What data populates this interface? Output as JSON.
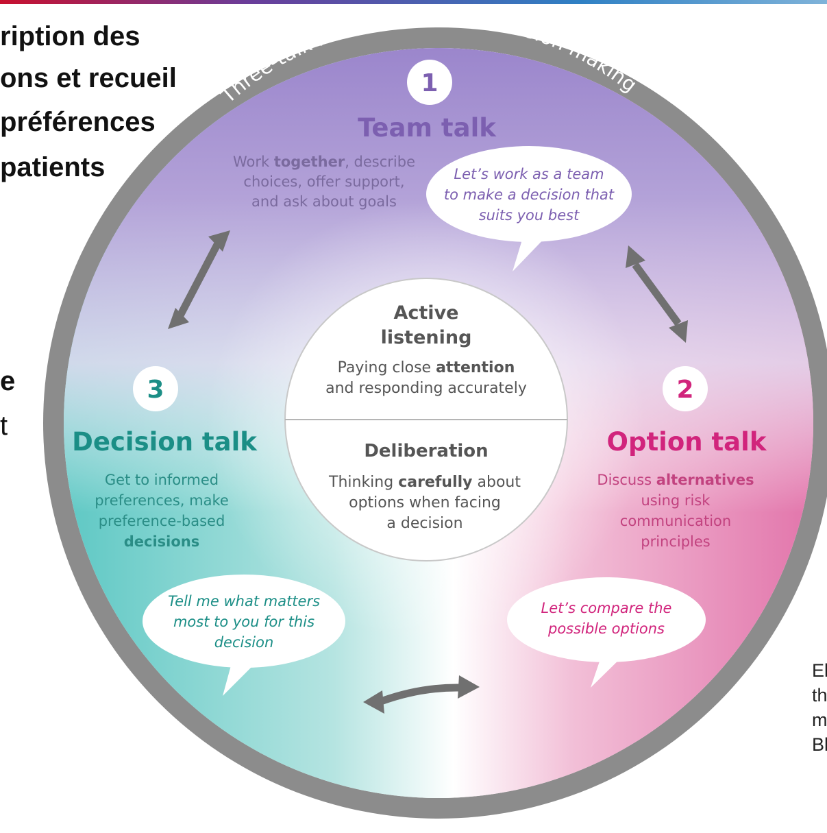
{
  "slide": {
    "heading_lines": [
      "ription des",
      "ons et recueil",
      "préférences",
      "patients"
    ],
    "side_fragments": [
      "e",
      "t"
    ],
    "citation_lines": [
      "El",
      "th",
      "m",
      "Bl"
    ]
  },
  "diagram": {
    "ring_title": "Three-talk model of shared decision making",
    "colors": {
      "ring": "#8c8c8c",
      "team": "#7c5fb0",
      "option": "#d1247c",
      "decision": "#1b8e86",
      "text_grey": "#555555"
    },
    "team_talk": {
      "number": "1",
      "title": "Team talk",
      "desc_lines": [
        [
          {
            "t": "Work "
          },
          {
            "t": "together",
            "b": true
          },
          {
            "t": ", describe"
          }
        ],
        [
          {
            "t": "choices, offer support,"
          }
        ],
        [
          {
            "t": "and ask about goals"
          }
        ]
      ],
      "speech_lines": [
        "Let’s work as a team",
        "to make a decision that",
        "suits you best"
      ]
    },
    "option_talk": {
      "number": "2",
      "title": "Option talk",
      "desc_lines": [
        [
          {
            "t": "Discuss "
          },
          {
            "t": "alternatives",
            "b": true
          }
        ],
        [
          {
            "t": "using risk"
          }
        ],
        [
          {
            "t": "communication"
          }
        ],
        [
          {
            "t": "principles"
          }
        ]
      ],
      "speech_lines": [
        "Let’s compare the",
        "possible options"
      ]
    },
    "decision_talk": {
      "number": "3",
      "title": "Decision talk",
      "desc_lines": [
        [
          {
            "t": "Get to informed"
          }
        ],
        [
          {
            "t": "preferences, make"
          }
        ],
        [
          {
            "t": "preference-based"
          }
        ],
        [
          {
            "t": "decisions",
            "b": true
          }
        ]
      ],
      "speech_lines": [
        "Tell me what matters",
        "most to you for this",
        "decision"
      ]
    },
    "center": {
      "active_title_lines": [
        "Active",
        "listening"
      ],
      "active_desc_lines": [
        [
          {
            "t": "Paying close "
          },
          {
            "t": "attention",
            "b": true
          }
        ],
        [
          {
            "t": "and responding accurately"
          }
        ]
      ],
      "delib_title": "Deliberation",
      "delib_desc_lines": [
        [
          {
            "t": "Thinking "
          },
          {
            "t": "carefully",
            "b": true
          },
          {
            "t": " about"
          }
        ],
        [
          {
            "t": "options when facing"
          }
        ],
        [
          {
            "t": "a decision"
          }
        ]
      ]
    }
  }
}
